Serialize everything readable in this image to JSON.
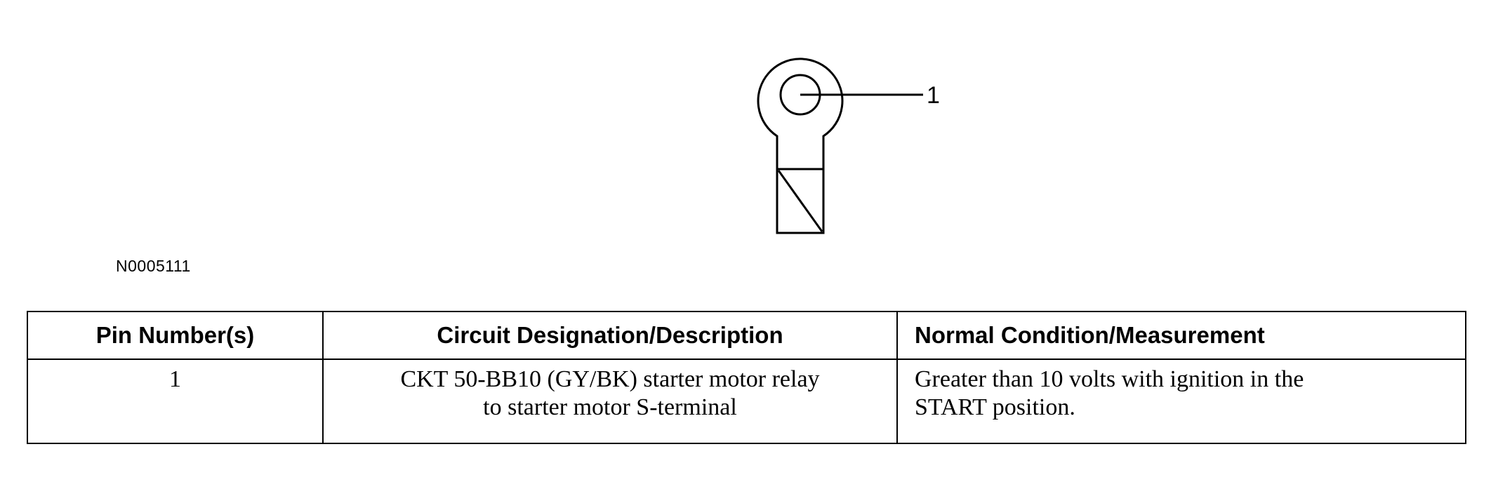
{
  "figure": {
    "callout_label": "1",
    "figure_id": "N0005111"
  },
  "table": {
    "headers": [
      "Pin Number(s)",
      "Circuit Designation/Description",
      "Normal Condition/Measurement"
    ],
    "rows": [
      {
        "pin": "1",
        "circuit_line1": "CKT 50-BB10 (GY/BK) starter motor relay",
        "circuit_line2": "to starter motor S-terminal",
        "measurement_line1": "Greater than 10 volts with ignition in the",
        "measurement_line2": "START position."
      }
    ]
  }
}
